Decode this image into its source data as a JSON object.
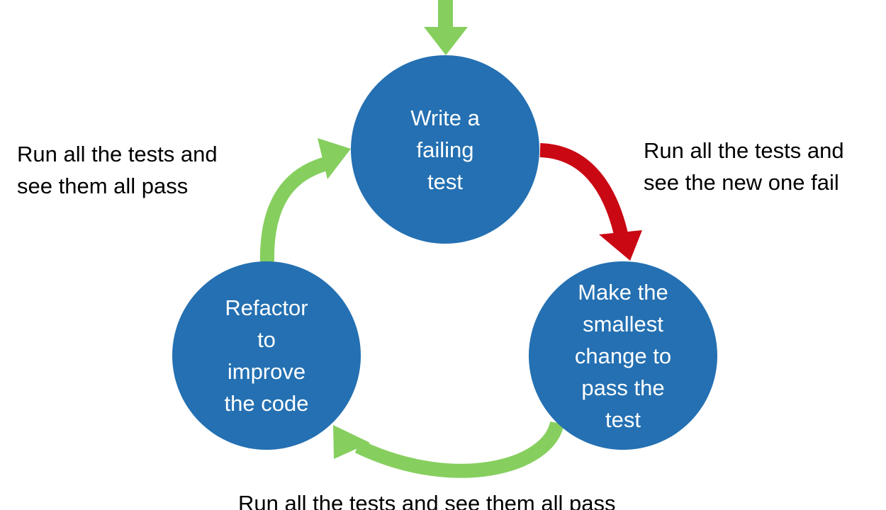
{
  "colors": {
    "node_fill": "#2470B2",
    "node_text": "#FFFFFF",
    "pass_arrow": "#86CF5F",
    "fail_arrow": "#C90814",
    "caption_text": "#000000"
  },
  "nodes": {
    "write": {
      "label": "Write a\nfailing\ntest"
    },
    "make": {
      "label": "Make the\nsmallest\nchange to\npass the\ntest"
    },
    "refactor": {
      "label": "Refactor\nto\nimprove\nthe code"
    }
  },
  "captions": {
    "left": "Run all the tests and\nsee them all pass",
    "right": "Run all the tests and\nsee the new one fail",
    "bottom": "Run all the tests and see them all pass"
  },
  "arrows": {
    "entry": {
      "icon": "down-arrow-icon",
      "color_role": "pass_arrow"
    },
    "write_to_make": {
      "icon": "curved-arrow-icon",
      "color_role": "fail_arrow"
    },
    "make_to_refactor": {
      "icon": "curved-arrow-icon",
      "color_role": "pass_arrow"
    },
    "refactor_to_write": {
      "icon": "curved-arrow-icon",
      "color_role": "pass_arrow"
    }
  }
}
